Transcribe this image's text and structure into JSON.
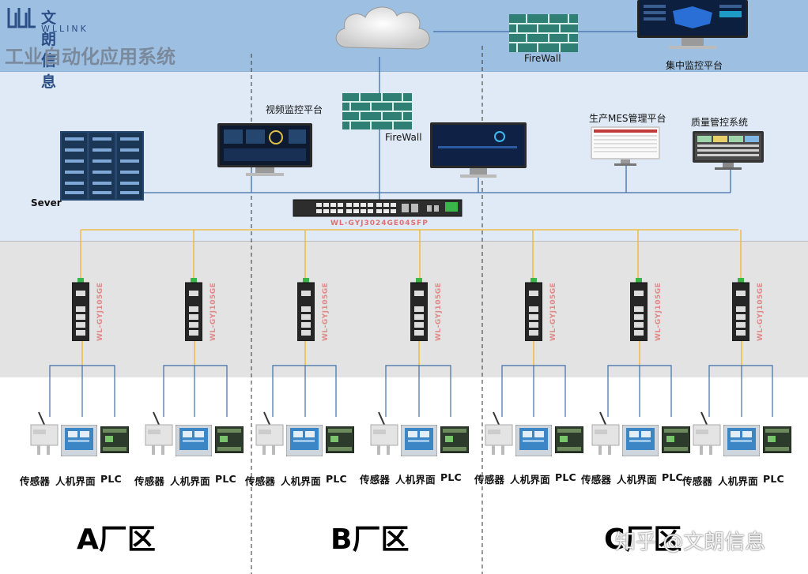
{
  "brand": {
    "name": "文朗信息",
    "sub": "WLLINK"
  },
  "title": "工业自动化应用系统",
  "nodes": {
    "firewall_top": "FireWall",
    "central_monitor": "集中监控平台",
    "video_monitor": "视频监控平台",
    "firewall_mid": "FireWall",
    "mes": "生产MES管理平台",
    "quality": "质量管控系统",
    "server": "Sever",
    "core_switch": "WL-GYJ3024GE04SFP"
  },
  "edge_switch_model": "WL-GYJ105GE",
  "device_labels": {
    "sensor": "传感器",
    "hmi": "人机界面",
    "plc": "PLC"
  },
  "zones": [
    "A厂区",
    "B厂区",
    "C厂区"
  ],
  "watermark": "知乎 @文朗信息"
}
